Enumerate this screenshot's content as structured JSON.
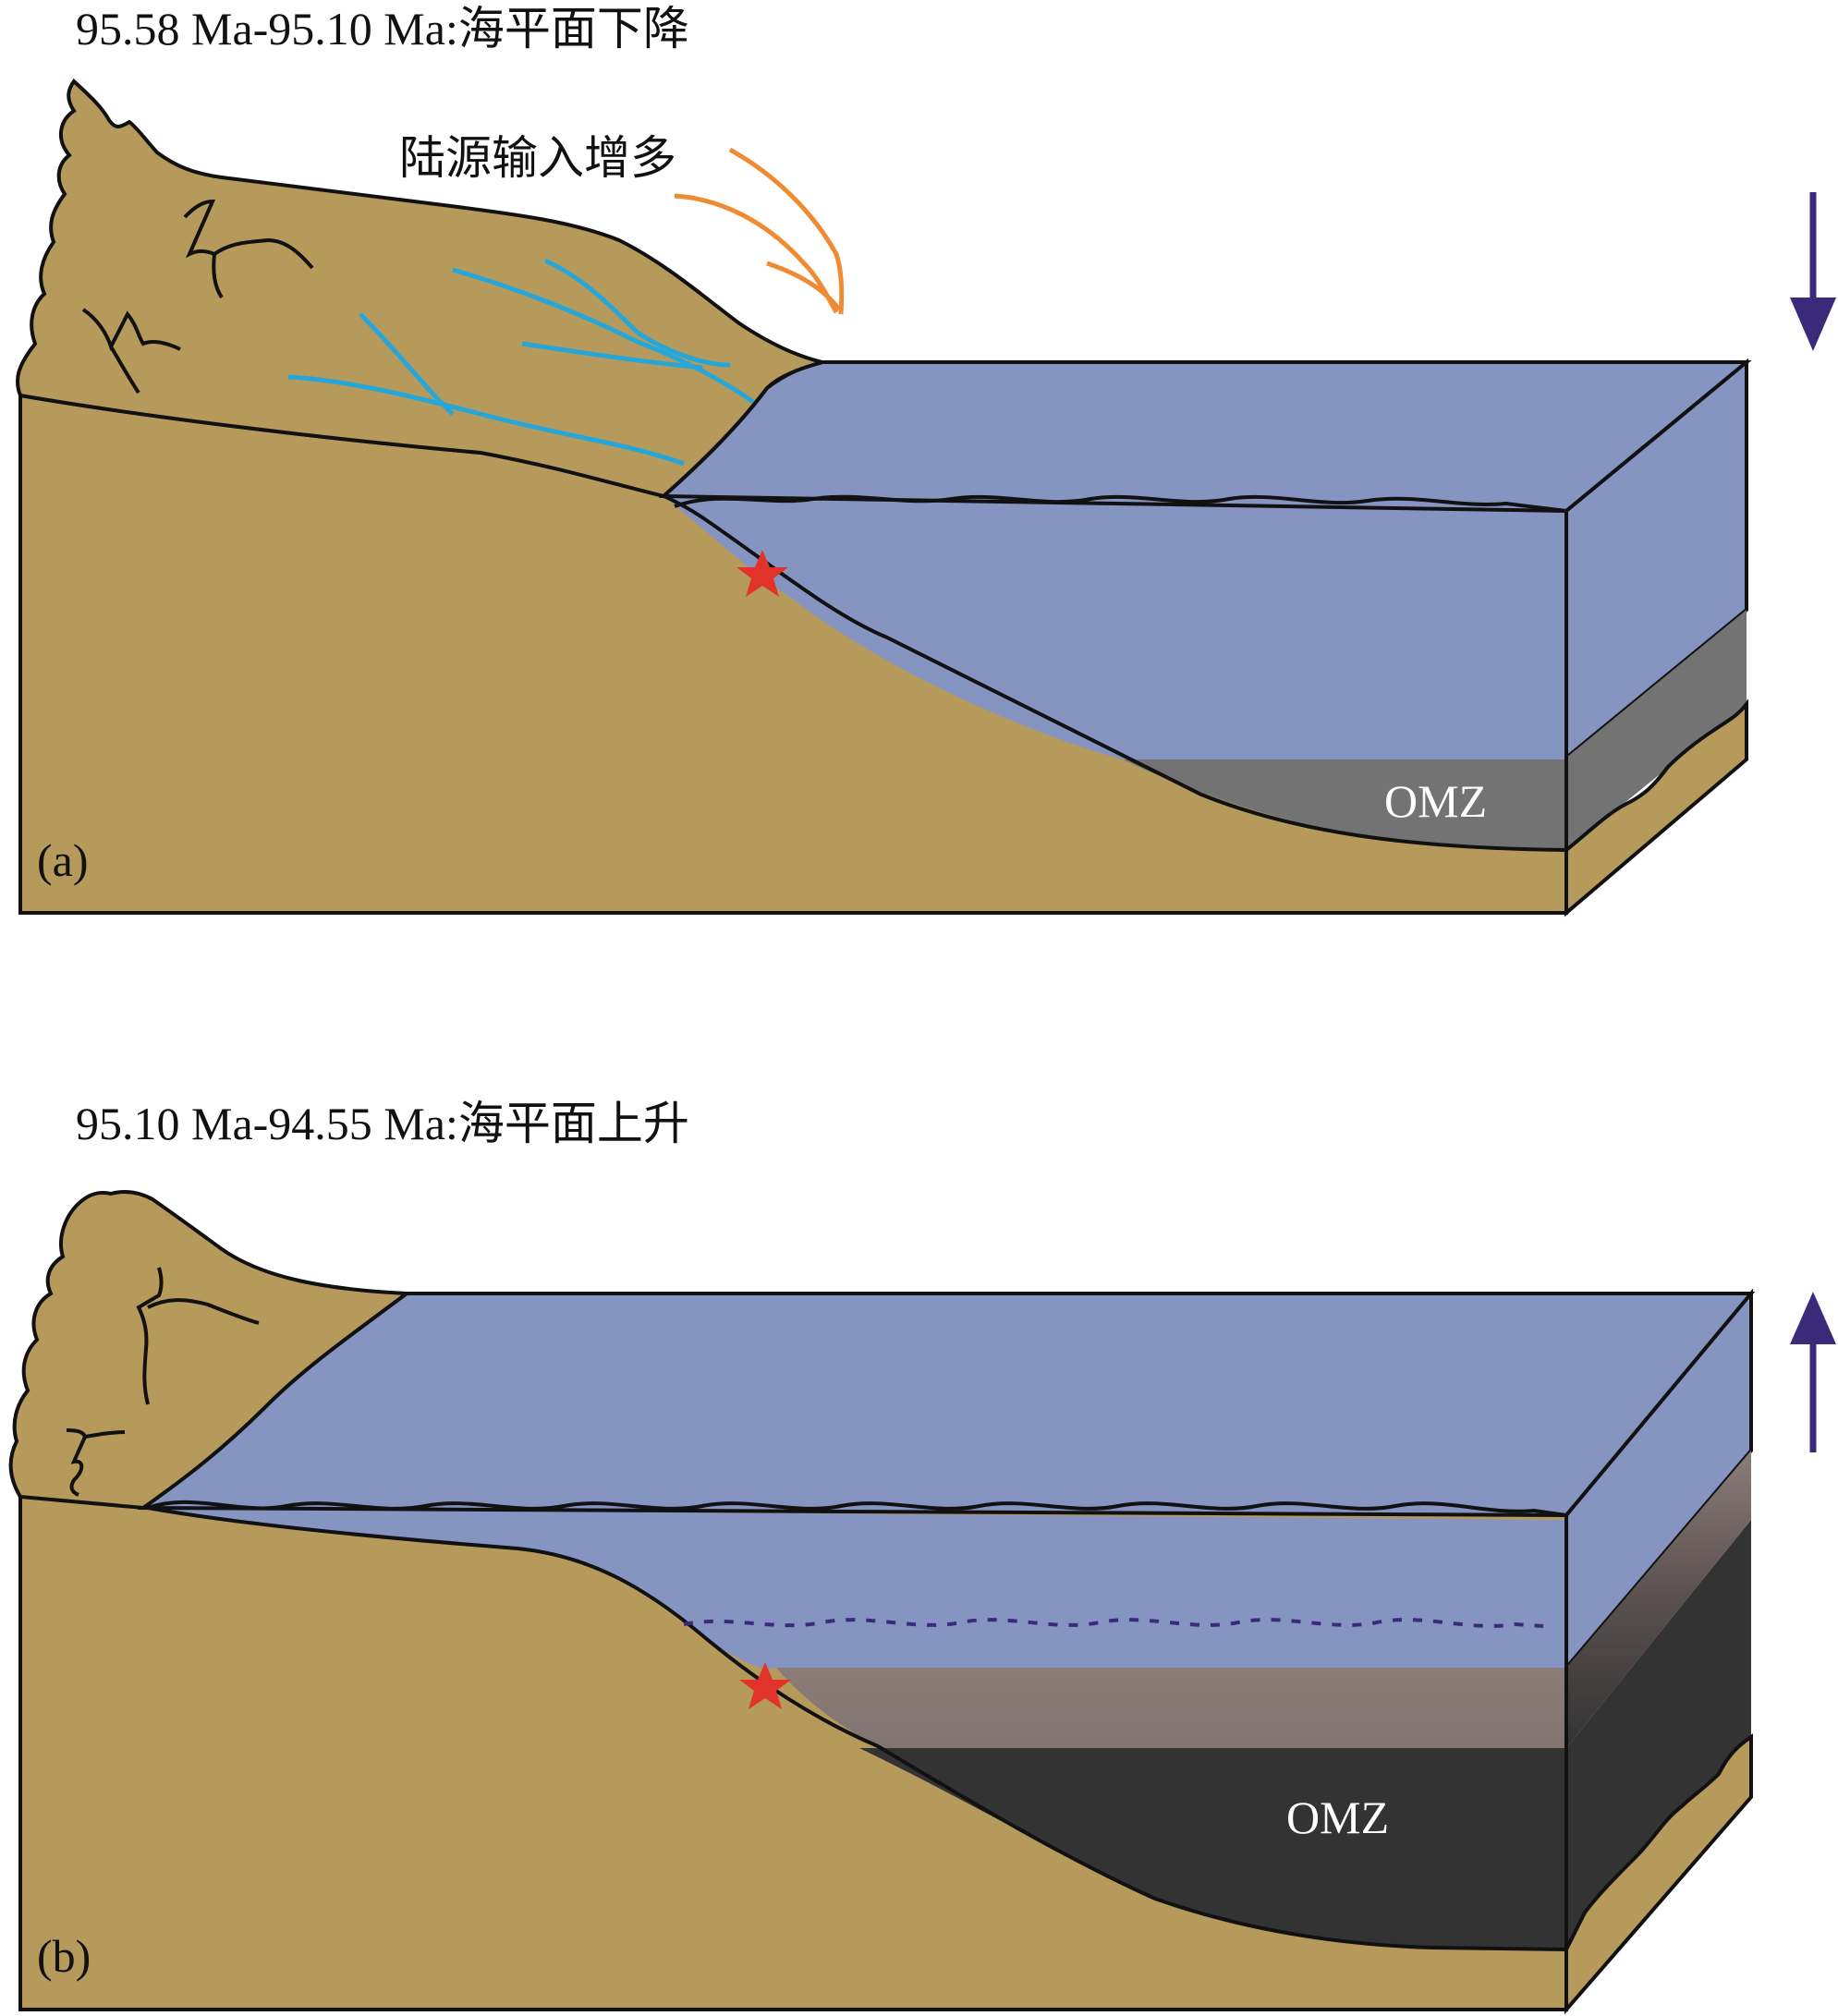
{
  "panels": [
    {
      "id": "a",
      "title": "95.58 Ma-95.10 Ma:海平面下降",
      "panel_label": "(a)",
      "zone_label": "OMZ",
      "annotation": "陆源输入增多",
      "sea_level_trend": "down"
    },
    {
      "id": "b",
      "title": "95.10 Ma-94.55 Ma:海平面上升",
      "panel_label": "(b)",
      "zone_label": "OMZ",
      "sea_level_trend": "up"
    }
  ],
  "colors": {
    "land": "#b59a5b",
    "water": "#8594c1",
    "omz_a": "#737373",
    "omz_b": "#333333",
    "transition_b": "#8b7c78",
    "rivers": "#27a7d9",
    "runoff_arrow": "#f08a33",
    "sea_level_arrow": "#3b2a7a",
    "star": "#e2332b",
    "outline": "#111111"
  },
  "icons": [
    "sea-level-down-arrow",
    "sea-level-up-arrow",
    "sample-site-star-icon",
    "runoff-arrow-icon"
  ]
}
